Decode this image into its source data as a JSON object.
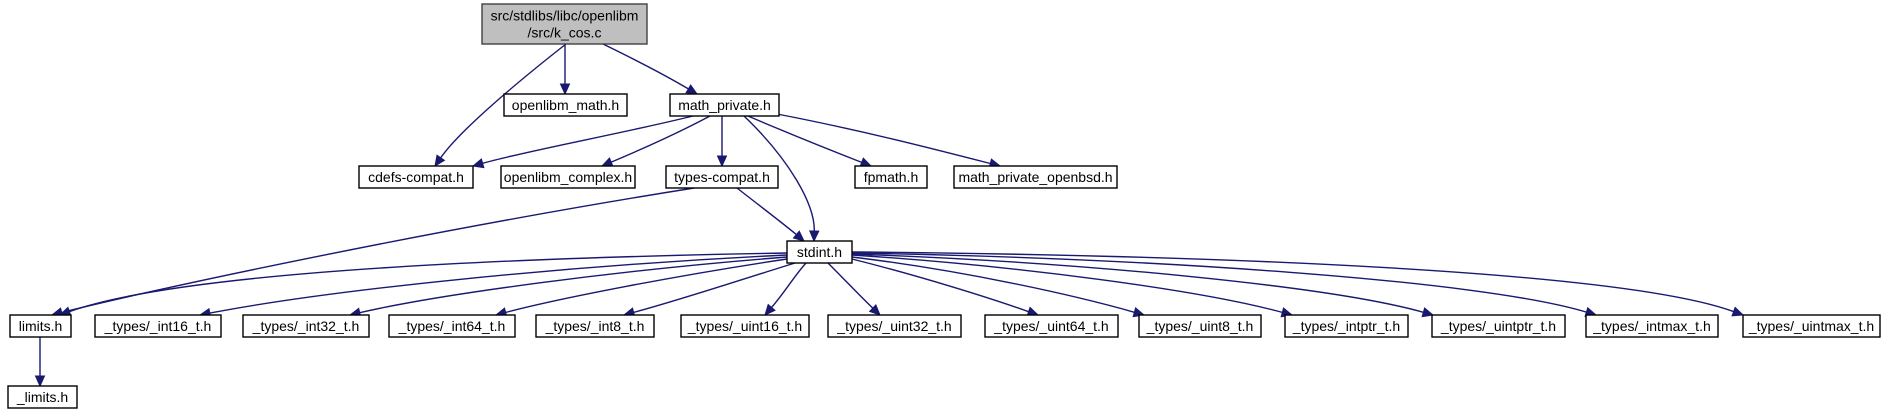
{
  "diagram": {
    "type": "include-dependency-graph",
    "root": "k_cos",
    "nodes": [
      {
        "id": "k_cos",
        "lines": [
          "src/stdlibs/libc/openlibm",
          "/src/k_cos.c"
        ],
        "root": true
      },
      {
        "id": "openlibm_math",
        "lines": [
          "openlibm_math.h"
        ]
      },
      {
        "id": "math_private",
        "lines": [
          "math_private.h"
        ]
      },
      {
        "id": "cdefs_compat",
        "lines": [
          "cdefs-compat.h"
        ]
      },
      {
        "id": "openlibm_complex",
        "lines": [
          "openlibm_complex.h"
        ]
      },
      {
        "id": "types_compat",
        "lines": [
          "types-compat.h"
        ]
      },
      {
        "id": "fpmath",
        "lines": [
          "fpmath.h"
        ]
      },
      {
        "id": "math_private_openbsd",
        "lines": [
          "math_private_openbsd.h"
        ]
      },
      {
        "id": "stdint",
        "lines": [
          "stdint.h"
        ]
      },
      {
        "id": "limits",
        "lines": [
          "limits.h"
        ]
      },
      {
        "id": "t_int16",
        "lines": [
          "_types/_int16_t.h"
        ]
      },
      {
        "id": "t_int32",
        "lines": [
          "_types/_int32_t.h"
        ]
      },
      {
        "id": "t_int64",
        "lines": [
          "_types/_int64_t.h"
        ]
      },
      {
        "id": "t_int8",
        "lines": [
          "_types/_int8_t.h"
        ]
      },
      {
        "id": "t_uint16",
        "lines": [
          "_types/_uint16_t.h"
        ]
      },
      {
        "id": "t_uint32",
        "lines": [
          "_types/_uint32_t.h"
        ]
      },
      {
        "id": "t_uint64",
        "lines": [
          "_types/_uint64_t.h"
        ]
      },
      {
        "id": "t_uint8",
        "lines": [
          "_types/_uint8_t.h"
        ]
      },
      {
        "id": "t_intptr",
        "lines": [
          "_types/_intptr_t.h"
        ]
      },
      {
        "id": "t_uintptr",
        "lines": [
          "_types/_uintptr_t.h"
        ]
      },
      {
        "id": "t_intmax",
        "lines": [
          "_types/_intmax_t.h"
        ]
      },
      {
        "id": "t_uintmax",
        "lines": [
          "_types/_uintmax_t.h"
        ]
      },
      {
        "id": "limits_private",
        "lines": [
          "_limits.h"
        ]
      }
    ],
    "edges": [
      {
        "from": "k_cos",
        "to": "cdefs_compat"
      },
      {
        "from": "k_cos",
        "to": "openlibm_math"
      },
      {
        "from": "k_cos",
        "to": "math_private"
      },
      {
        "from": "math_private",
        "to": "cdefs_compat"
      },
      {
        "from": "math_private",
        "to": "openlibm_complex"
      },
      {
        "from": "math_private",
        "to": "types_compat"
      },
      {
        "from": "math_private",
        "to": "stdint"
      },
      {
        "from": "math_private",
        "to": "fpmath"
      },
      {
        "from": "math_private",
        "to": "math_private_openbsd"
      },
      {
        "from": "types_compat",
        "to": "limits"
      },
      {
        "from": "types_compat",
        "to": "stdint"
      },
      {
        "from": "stdint",
        "to": "limits"
      },
      {
        "from": "stdint",
        "to": "t_int16"
      },
      {
        "from": "stdint",
        "to": "t_int32"
      },
      {
        "from": "stdint",
        "to": "t_int64"
      },
      {
        "from": "stdint",
        "to": "t_int8"
      },
      {
        "from": "stdint",
        "to": "t_uint16"
      },
      {
        "from": "stdint",
        "to": "t_uint32"
      },
      {
        "from": "stdint",
        "to": "t_uint64"
      },
      {
        "from": "stdint",
        "to": "t_uint8"
      },
      {
        "from": "stdint",
        "to": "t_intptr"
      },
      {
        "from": "stdint",
        "to": "t_uintptr"
      },
      {
        "from": "stdint",
        "to": "t_intmax"
      },
      {
        "from": "stdint",
        "to": "t_uintmax"
      },
      {
        "from": "limits",
        "to": "limits_private"
      }
    ],
    "colors": {
      "edge": "#191970",
      "root_fill": "#bfbfbf",
      "root_border": "#404040",
      "node_fill": "#ffffff",
      "node_border": "#000000"
    }
  }
}
